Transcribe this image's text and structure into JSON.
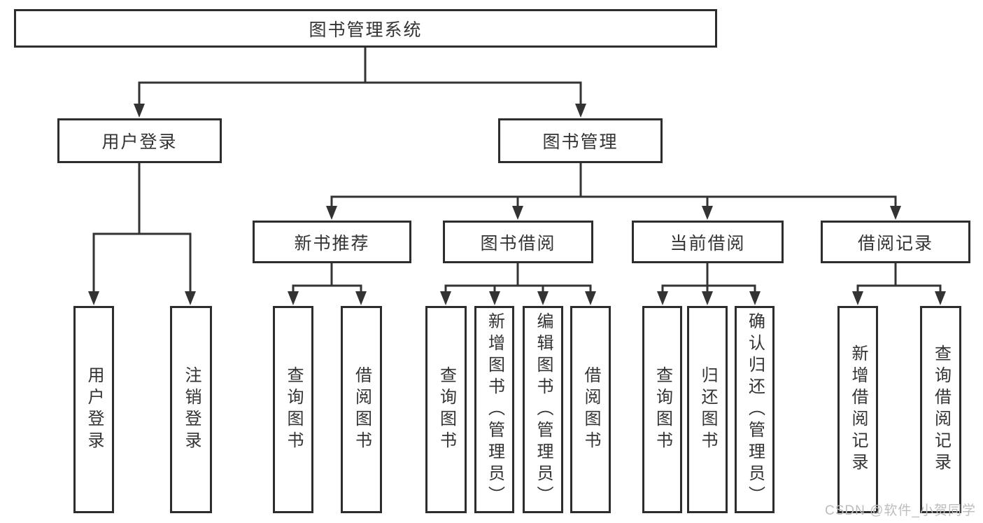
{
  "diagram": {
    "type": "hierarchy-tree",
    "orientation": "top-down",
    "colors": {
      "background": "#ffffff",
      "box_border": "#2d2d2d",
      "line": "#333333",
      "text": "#333333",
      "watermark": "#bdbdbd"
    },
    "tree": {
      "label": "图书管理系统",
      "children": [
        {
          "label": "用户登录",
          "children": [
            {
              "label": "用户登录"
            },
            {
              "label": "注销登录"
            }
          ]
        },
        {
          "label": "图书管理",
          "children": [
            {
              "label": "新书推荐",
              "children": [
                {
                  "label": "查询图书"
                },
                {
                  "label": "借阅图书"
                }
              ]
            },
            {
              "label": "图书借阅",
              "children": [
                {
                  "label": "查询图书"
                },
                {
                  "label": "新增图书（管理员）"
                },
                {
                  "label": "编辑图书（管理员）"
                },
                {
                  "label": "借阅图书"
                }
              ]
            },
            {
              "label": "当前借阅",
              "children": [
                {
                  "label": "查询图书"
                },
                {
                  "label": "归还图书"
                },
                {
                  "label": "确认归还（管理员）"
                }
              ]
            },
            {
              "label": "借阅记录",
              "children": [
                {
                  "label": "新增借阅记录"
                },
                {
                  "label": "查询借阅记录"
                }
              ]
            }
          ]
        }
      ]
    },
    "watermark": {
      "text": "CSDN @软件_小贺同学"
    }
  }
}
